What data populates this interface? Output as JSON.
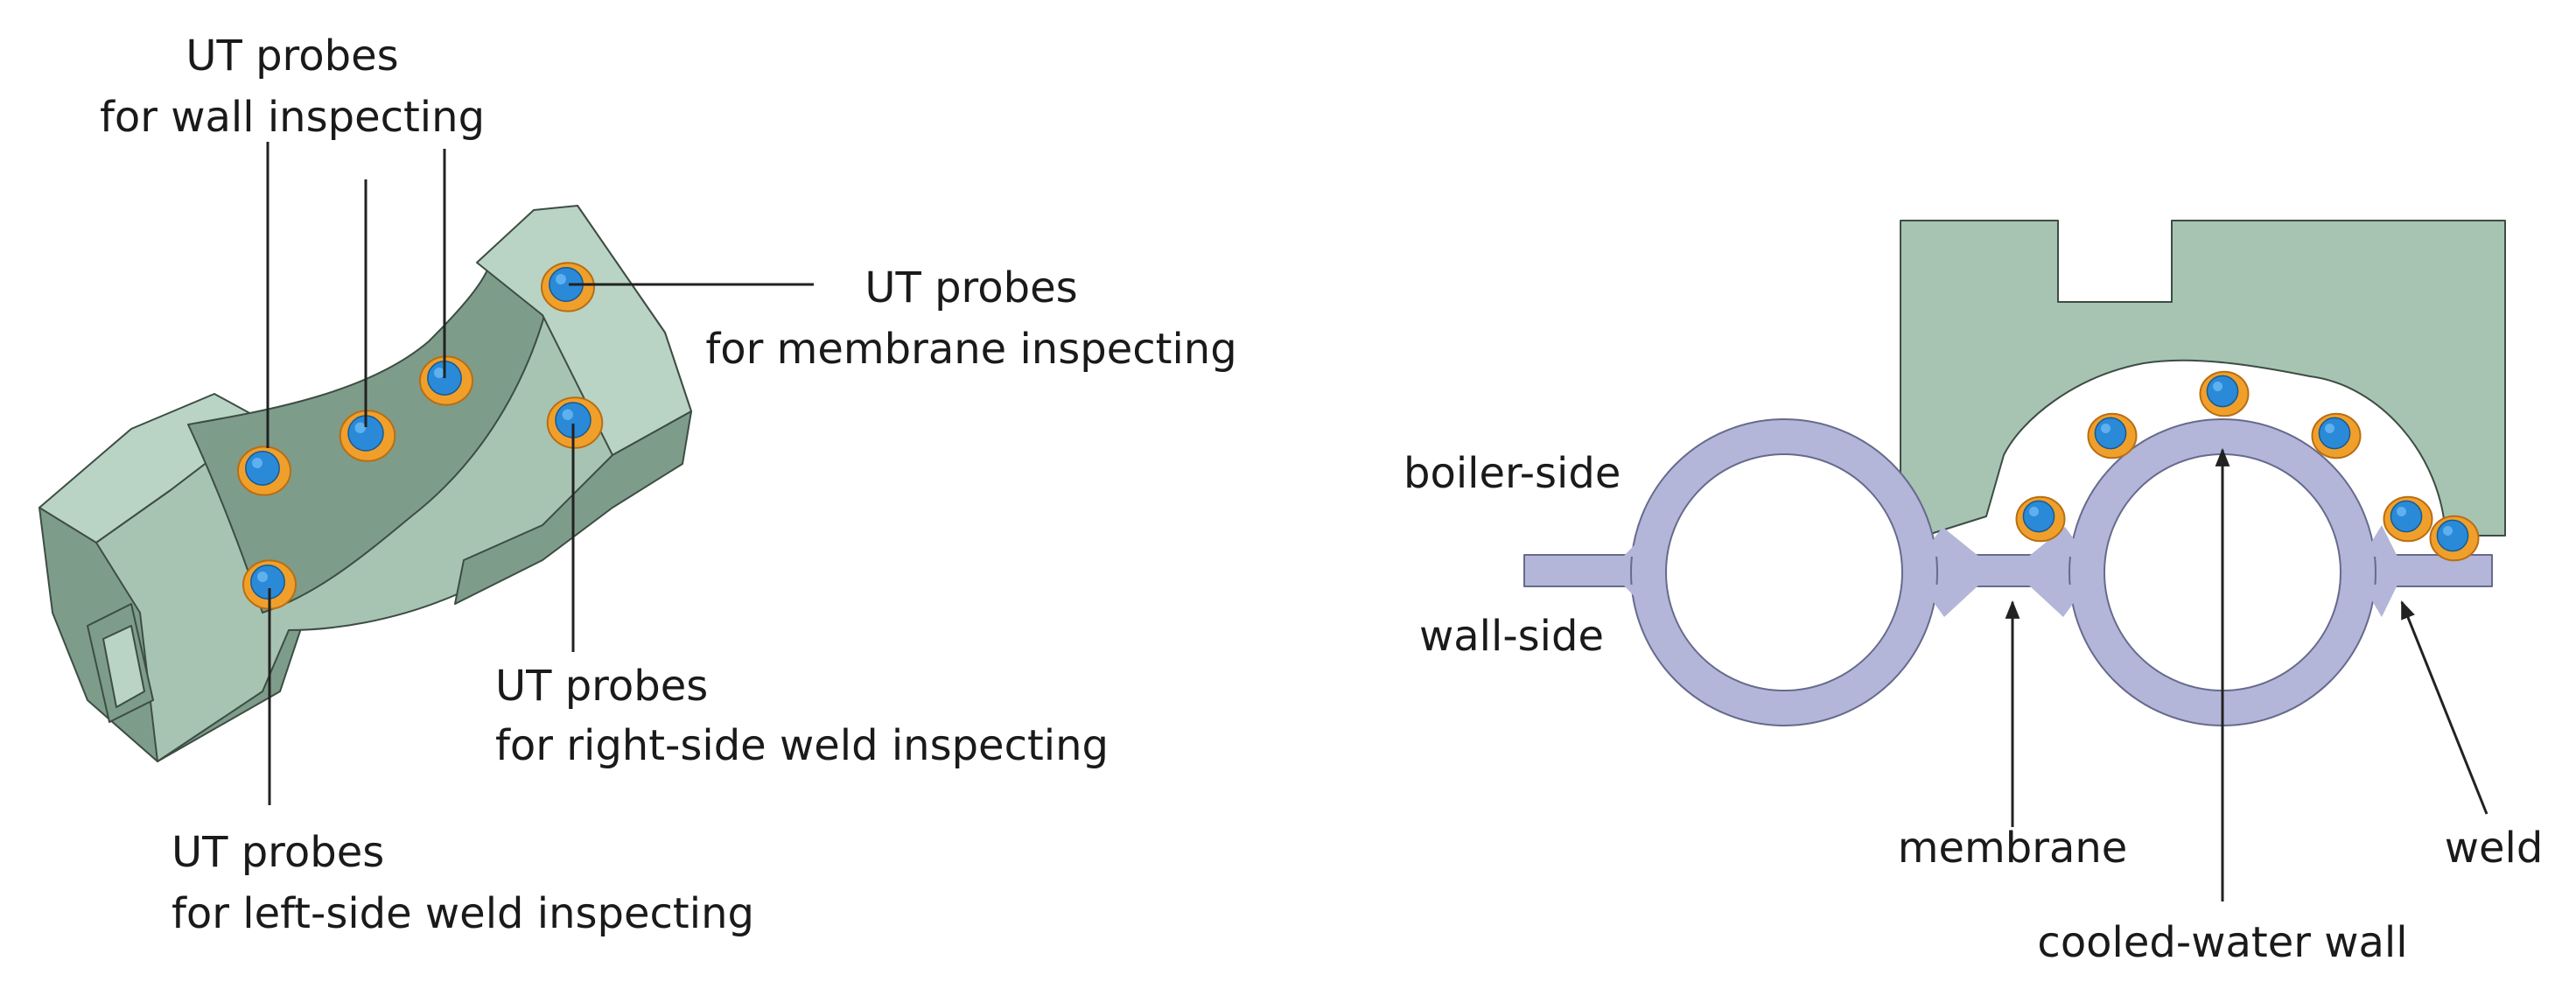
{
  "colors": {
    "holder_fill": "#a7c4b3",
    "holder_top": "#b9d4c4",
    "holder_dark": "#7e9c8a",
    "holder_stroke": "#3d4d44",
    "probe_orange": "#f0a02a",
    "probe_orange_dark": "#b86e14",
    "probe_blue": "#2a8ad8",
    "probe_blue_light": "#5fb0ee",
    "tube_fill": "#b3b6d8",
    "tube_stroke": "#666a8c",
    "text": "#1a1a1a"
  },
  "left_panel": {
    "label_wall": [
      "UT probes",
      "for wall inspecting"
    ],
    "label_membrane": [
      "UT probes",
      "for membrane inspecting"
    ],
    "label_right_weld": [
      "UT probes",
      "for right-side weld inspecting"
    ],
    "label_left_weld": [
      "UT probes",
      "for left-side weld inspecting"
    ]
  },
  "right_panel": {
    "label_boiler_side": "boiler-side",
    "label_wall_side": "wall-side",
    "label_membrane": "membrane",
    "label_cooled_water_wall": "cooled-water wall",
    "label_weld": "weld"
  }
}
